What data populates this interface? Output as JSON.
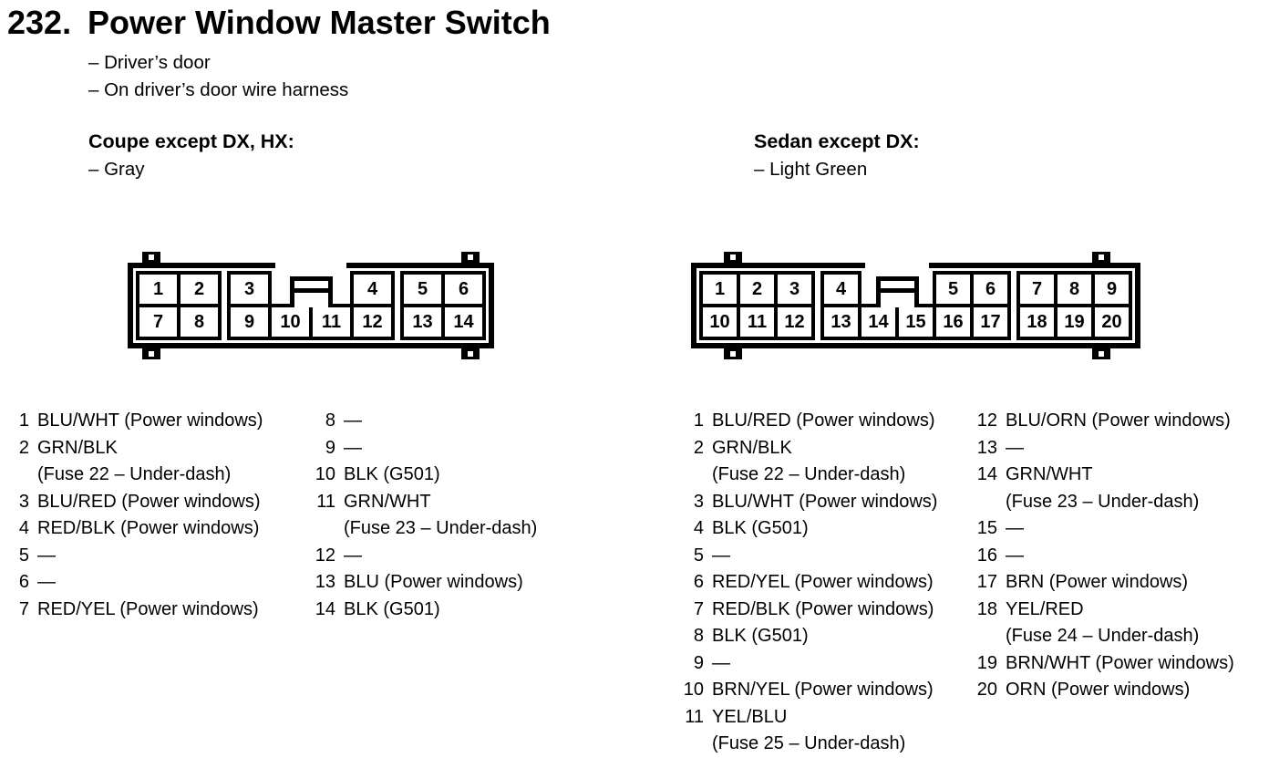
{
  "page": {
    "number": "232.",
    "title": "Power Window Master Switch",
    "notes": [
      "– Driver’s door",
      "– On driver’s door wire harness"
    ]
  },
  "ink_color": "#000000",
  "paper_color": "#ffffff",
  "sections": [
    {
      "heading": "Coupe except DX, HX:",
      "color_note": "– Gray",
      "connector": {
        "pin_count": 14,
        "top_row": [
          "1",
          "2",
          "3",
          "4",
          "5",
          "6"
        ],
        "bottom_row": [
          "7",
          "8",
          "9",
          "10",
          "11",
          "12",
          "13",
          "14"
        ]
      },
      "pin_columns": [
        [
          {
            "num": "1",
            "lines": [
              "BLU/WHT (Power windows)"
            ]
          },
          {
            "num": "2",
            "lines": [
              "GRN/BLK",
              "(Fuse 22 – Under-dash)"
            ]
          },
          {
            "num": "3",
            "lines": [
              "BLU/RED (Power windows)"
            ]
          },
          {
            "num": "4",
            "lines": [
              "RED/BLK (Power windows)"
            ]
          },
          {
            "num": "5",
            "lines": [
              "—"
            ]
          },
          {
            "num": "6",
            "lines": [
              "—"
            ]
          },
          {
            "num": "7",
            "lines": [
              "RED/YEL (Power windows)"
            ]
          }
        ],
        [
          {
            "num": "8",
            "lines": [
              "—"
            ]
          },
          {
            "num": "9",
            "lines": [
              "—"
            ]
          },
          {
            "num": "10",
            "lines": [
              "BLK (G501)"
            ]
          },
          {
            "num": "11",
            "lines": [
              "GRN/WHT",
              "(Fuse 23 – Under-dash)"
            ]
          },
          {
            "num": "12",
            "lines": [
              "—"
            ]
          },
          {
            "num": "13",
            "lines": [
              "BLU (Power windows)"
            ]
          },
          {
            "num": "14",
            "lines": [
              "BLK (G501)"
            ]
          }
        ]
      ]
    },
    {
      "heading": "Sedan except DX:",
      "color_note": "– Light Green",
      "connector": {
        "pin_count": 20,
        "top_row": [
          "1",
          "2",
          "3",
          "4",
          "5",
          "6",
          "7",
          "8",
          "9"
        ],
        "bottom_row": [
          "10",
          "11",
          "12",
          "13",
          "14",
          "15",
          "16",
          "17",
          "18",
          "19",
          "20"
        ]
      },
      "pin_columns": [
        [
          {
            "num": "1",
            "lines": [
              "BLU/RED (Power windows)"
            ]
          },
          {
            "num": "2",
            "lines": [
              "GRN/BLK",
              "(Fuse 22 – Under-dash)"
            ]
          },
          {
            "num": "3",
            "lines": [
              "BLU/WHT (Power windows)"
            ]
          },
          {
            "num": "4",
            "lines": [
              "BLK (G501)"
            ]
          },
          {
            "num": "5",
            "lines": [
              "—"
            ]
          },
          {
            "num": "6",
            "lines": [
              "RED/YEL (Power windows)"
            ]
          },
          {
            "num": "7",
            "lines": [
              "RED/BLK (Power windows)"
            ]
          },
          {
            "num": "8",
            "lines": [
              "BLK (G501)"
            ]
          },
          {
            "num": "9",
            "lines": [
              "—"
            ]
          },
          {
            "num": "10",
            "lines": [
              "BRN/YEL (Power windows)"
            ]
          },
          {
            "num": "11",
            "lines": [
              "YEL/BLU",
              "(Fuse 25 – Under-dash)"
            ]
          }
        ],
        [
          {
            "num": "12",
            "lines": [
              "BLU/ORN (Power windows)"
            ]
          },
          {
            "num": "13",
            "lines": [
              "—"
            ]
          },
          {
            "num": "14",
            "lines": [
              "GRN/WHT",
              "(Fuse 23 – Under-dash)"
            ]
          },
          {
            "num": "15",
            "lines": [
              "—"
            ]
          },
          {
            "num": "16",
            "lines": [
              "—"
            ]
          },
          {
            "num": "17",
            "lines": [
              "BRN (Power windows)"
            ]
          },
          {
            "num": "18",
            "lines": [
              "YEL/RED",
              "(Fuse 24 – Under-dash)"
            ]
          },
          {
            "num": "19",
            "lines": [
              "BRN/WHT (Power windows)"
            ]
          },
          {
            "num": "20",
            "lines": [
              "ORN (Power windows)"
            ]
          }
        ]
      ]
    }
  ]
}
